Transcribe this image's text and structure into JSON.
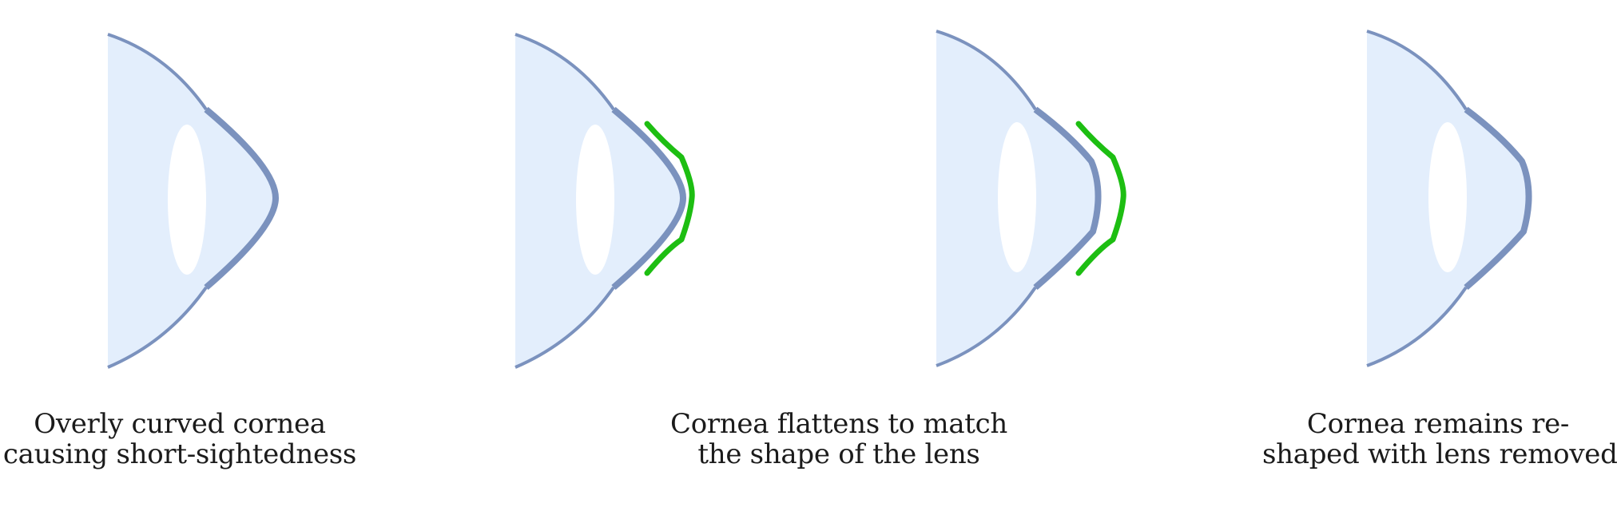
{
  "colors": {
    "eye_fill": "#E3EEFC",
    "eye_outline": "#7B92BE",
    "lens_stroke": "#1DBE12",
    "pupil_fill": "#FFFFFF",
    "text": "#1B1B1B"
  },
  "panels": [
    {
      "caption_line1": "Overly curved cornea",
      "caption_line2": "causing short-sightedness",
      "shows_lens": false
    },
    {
      "shows_lens": true
    },
    {
      "shows_lens": true
    },
    {
      "caption_line1": "Cornea remains re-",
      "caption_line2": "shaped with lens removed",
      "shows_lens": false
    }
  ],
  "middle_caption": {
    "line1": "Cornea flattens to match",
    "line2": "the shape of the lens"
  }
}
